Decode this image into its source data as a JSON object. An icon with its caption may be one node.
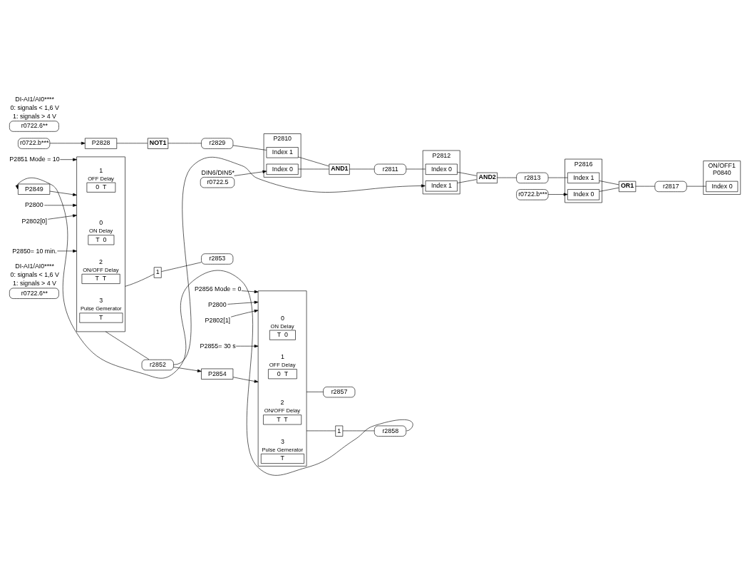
{
  "diagram": {
    "nodes": [
      {
        "text": [
          "r0722.6**"
        ],
        "beside": [
          "DI-AI1/AI0****",
          "0: signals < 1,6 V",
          "1: signals > 4 V"
        ]
      },
      {
        "text": [
          "r0722.b***"
        ]
      },
      {
        "text": [
          "P2828"
        ]
      },
      {
        "text": [
          "NOT1"
        ]
      },
      {
        "text": [
          "r2829"
        ]
      },
      {
        "text": [
          "r0722.5"
        ],
        "beside": [
          "DIN6/DIN5*"
        ]
      },
      {
        "text": [
          "P2810"
        ]
      },
      {
        "text": [
          "Index 0"
        ],
        "in": 6
      },
      {
        "text": [
          "Index 1"
        ],
        "in": 6
      },
      {
        "text": [
          "AND1"
        ]
      },
      {
        "text": [
          "r2811"
        ]
      },
      {
        "text": [
          "P2812"
        ]
      },
      {
        "text": [
          "Index 0"
        ],
        "in": 11
      },
      {
        "text": [
          "Index 1"
        ],
        "in": 11
      },
      {
        "text": [
          "AND2"
        ]
      },
      {
        "text": [
          "r2813"
        ]
      },
      {
        "text": [
          "r0722.6**"
        ],
        "beside": [
          "DI-AI1/AI0****",
          "0: signals < 1,6 V",
          "1: signals > 4 V"
        ]
      },
      {
        "text": [
          "r0722.b***"
        ]
      },
      {
        "text": [
          "P2816"
        ]
      },
      {
        "text": [
          "Index 0"
        ],
        "in": 18
      },
      {
        "text": [
          "Index 1"
        ],
        "in": 18
      },
      {
        "text": [
          "OR1"
        ]
      },
      {
        "text": [
          "r2817"
        ]
      },
      {
        "text": [
          "P0840"
        ],
        "beside": [
          "ON/OFF1"
        ]
      },
      {
        "text": [
          "Index 0"
        ],
        "in": 23
      },
      {
        "text": [
          "P2800"
        ]
      },
      {
        "text": [
          "P2802[0]"
        ]
      },
      {
        "text": [
          "P2850= 10 min."
        ]
      },
      {
        "text": [
          "P2851 Mode = 10"
        ]
      },
      {
        "text": [
          "P2849"
        ]
      },
      {
        "text": [],
        "shape": "box"
      },
      {
        "text": [
          "ON Delay",
          "T",
          "0"
        ],
        "in": 30,
        "beside": [
          "0"
        ]
      },
      {
        "text": [
          "OFF Delay",
          "0",
          "T"
        ],
        "in": 30,
        "beside": [
          "1"
        ]
      },
      {
        "text": [
          "ON/OFF Delay",
          "T",
          "T"
        ],
        "in": 30,
        "beside": [
          "2"
        ]
      },
      {
        "text": [
          "Pulse Gemerator",
          "T"
        ],
        "in": 30,
        "beside": [
          "3"
        ]
      },
      {
        "text": [
          "r2852"
        ]
      },
      {
        "text": [
          "1"
        ]
      },
      {
        "text": [
          "r2853"
        ]
      },
      {
        "text": [
          "P2800"
        ]
      },
      {
        "text": [
          "P2802[1]"
        ]
      },
      {
        "text": [
          "P2855= 30 s"
        ]
      },
      {
        "text": [
          "P2856 Mode = 0"
        ]
      },
      {
        "text": [
          "P2854"
        ]
      },
      {
        "text": [],
        "shape": "box"
      },
      {
        "text": [
          "ON Delay",
          "T",
          "0"
        ],
        "in": 43,
        "beside": [
          "0"
        ]
      },
      {
        "text": [
          "OFF Delay",
          "0",
          "T"
        ],
        "in": 43,
        "beside": [
          "1"
        ]
      },
      {
        "text": [
          "ON/OFF Delay",
          "T",
          "T"
        ],
        "in": 43,
        "beside": [
          "2"
        ]
      },
      {
        "text": [
          "Pulse Gemerator",
          "T"
        ],
        "in": 43,
        "beside": [
          "3"
        ]
      },
      {
        "text": [
          "r2857"
        ]
      },
      {
        "text": [
          "1"
        ]
      },
      {
        "text": [
          "r2858"
        ]
      }
    ],
    "edges": [
      {
        "from": 1,
        "to": 2,
        "arrow": "to"
      },
      {
        "from": 2,
        "to": 3,
        "arrow": "none"
      },
      {
        "from": 3,
        "to": 4,
        "arrow": "none"
      },
      {
        "from": 4,
        "to": 8,
        "arrow": "none"
      },
      {
        "from": 5,
        "to": 7,
        "arrow": "to"
      },
      {
        "from": 7,
        "to": 9,
        "arrow": "none"
      },
      {
        "from": 8,
        "to": 9,
        "arrow": "none"
      },
      {
        "from": 9,
        "to": 10,
        "arrow": "none"
      },
      {
        "from": 10,
        "to": 12,
        "arrow": "none"
      },
      {
        "from": 12,
        "to": 14,
        "arrow": "none"
      },
      {
        "from": 13,
        "to": 14,
        "arrow": "none"
      },
      {
        "from": 14,
        "to": 15,
        "arrow": "none"
      },
      {
        "from": 15,
        "to": 20,
        "arrow": "none"
      },
      {
        "from": 17,
        "to": 19,
        "arrow": "to"
      },
      {
        "from": 19,
        "to": 21,
        "arrow": "none"
      },
      {
        "from": 20,
        "to": 21,
        "arrow": "none"
      },
      {
        "from": 21,
        "to": 22,
        "arrow": "none"
      },
      {
        "from": 22,
        "to": 24,
        "arrow": "none"
      },
      {
        "from": 25,
        "to": 30,
        "arrow": "to"
      },
      {
        "from": 26,
        "to": 30,
        "arrow": "to"
      },
      {
        "from": 27,
        "to": 30,
        "arrow": "to"
      },
      {
        "from": 28,
        "to": 30,
        "arrow": "to"
      },
      {
        "from": 29,
        "to": 30,
        "arrow": "to"
      },
      {
        "from": 30,
        "to": 35,
        "arrow": "none"
      },
      {
        "from": 30,
        "to": 36,
        "arrow": "none"
      },
      {
        "from": 36,
        "to": 37,
        "arrow": "none"
      },
      {
        "from": 35,
        "to": 13,
        "arrow": "to"
      },
      {
        "from": 35,
        "to": 42,
        "arrow": "to"
      },
      {
        "from": 38,
        "to": 43,
        "arrow": "to"
      },
      {
        "from": 39,
        "to": 43,
        "arrow": "to"
      },
      {
        "from": 40,
        "to": 43,
        "arrow": "to"
      },
      {
        "from": 41,
        "to": 43,
        "arrow": "to"
      },
      {
        "from": 42,
        "to": 43,
        "arrow": "to"
      },
      {
        "from": 43,
        "to": 48,
        "arrow": "none"
      },
      {
        "from": 43,
        "to": 49,
        "arrow": "none"
      },
      {
        "from": 49,
        "to": 50,
        "arrow": "none"
      },
      {
        "from": 50,
        "to": 29,
        "arrow": "to"
      }
    ]
  }
}
